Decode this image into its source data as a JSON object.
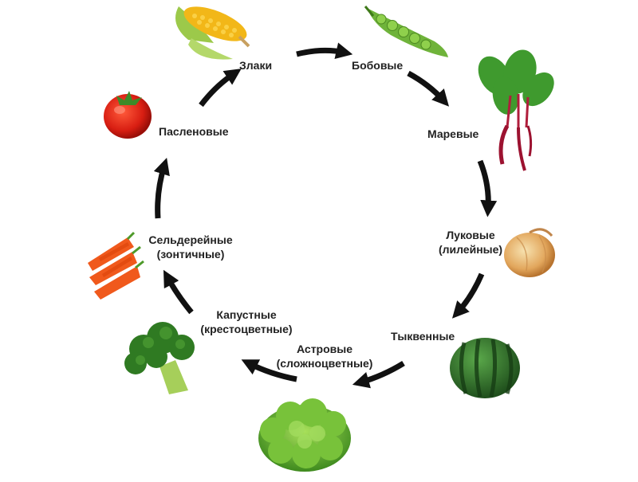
{
  "cycle_labels": {
    "zlaki": "Злаки",
    "bobovye": "Бобовые",
    "marevye": "Маревые",
    "lukovye_1": "Луковые",
    "lukovye_2": "(лилейные)",
    "tykvennye": "Тыквенные",
    "astrovye_1": "Астровые",
    "astrovye_2": "(сложноцветные)",
    "kapustnye_1": "Капустные",
    "kapustnye_2": "(крестоцветные)",
    "selderey_1": "Сельдерейные",
    "selderey_2": "(зонтичные)",
    "paslenovye": "Пасленовые"
  },
  "illustrations": [
    "corn",
    "peas",
    "beet",
    "onion",
    "watermelon",
    "lettuce",
    "broccoli",
    "carrots",
    "tomato"
  ],
  "colors": {
    "arrow": "#111111",
    "text": "#222222",
    "background": "#ffffff"
  }
}
